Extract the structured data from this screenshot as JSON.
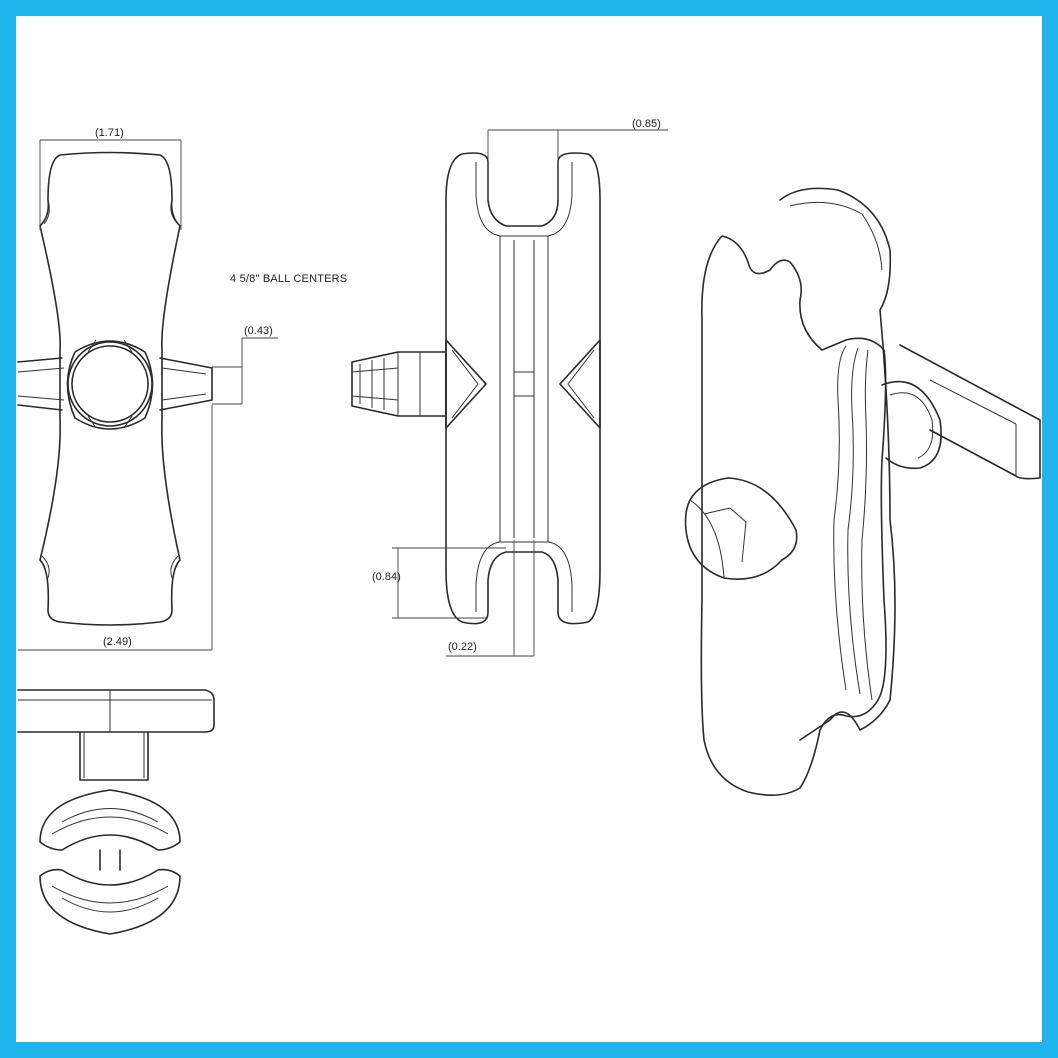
{
  "frame": {
    "border_color": "#1fb4ea"
  },
  "dimensions": {
    "width_top": "1.71",
    "ball_centers_note": "4 5/8\" BALL CENTERS",
    "knob_dia": "0.43",
    "overall_width": "2.49",
    "socket_width": "0.85",
    "socket_depth": "0.84",
    "gap_width": "0.22"
  }
}
